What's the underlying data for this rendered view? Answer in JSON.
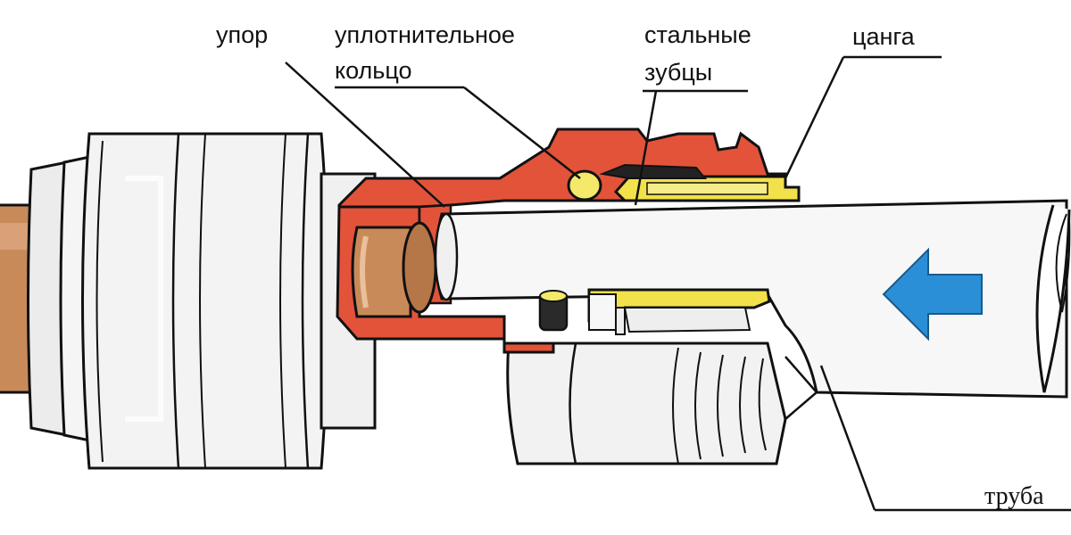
{
  "labels": {
    "stop": "упор",
    "seal_line1": "уплотнительное",
    "seal_line2": "кольцо",
    "teeth_line1": "стальные",
    "teeth_line2": "зубцы",
    "collet": "цанга",
    "pipe": "труба"
  },
  "colors": {
    "body": "#f2f2f2",
    "outline": "#111111",
    "cutaway": "#e2533a",
    "copper": "#c98a5a",
    "collet": "#f2e14a",
    "oring": "#f4e96a",
    "gasket": "#222222",
    "arrow": "#2a8fd6"
  },
  "icons": {
    "flow": "arrow-left-icon"
  }
}
